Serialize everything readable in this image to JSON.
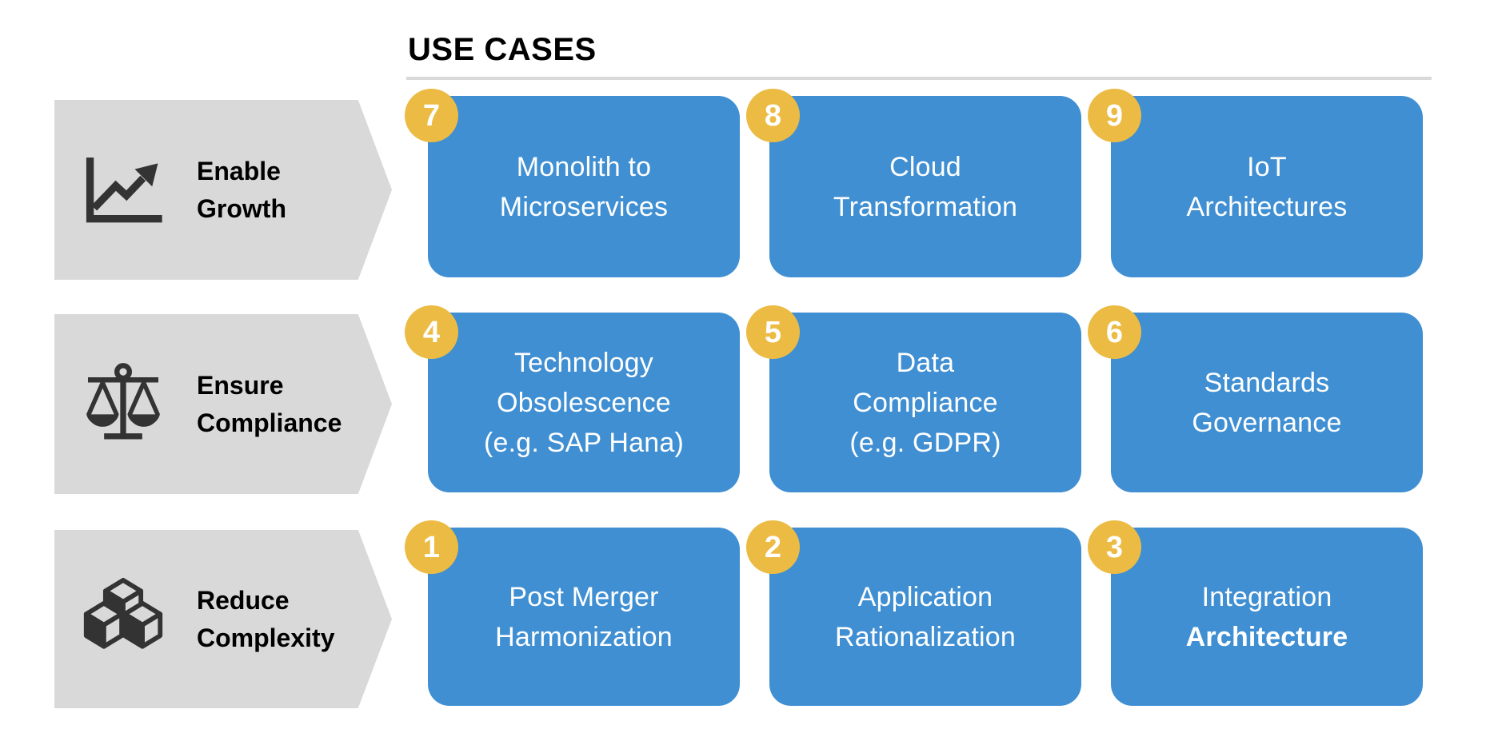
{
  "header": {
    "title": "USE CASES"
  },
  "colors": {
    "card_blue": "#3F8FD2",
    "badge_yellow": "#ECBB44",
    "band_gray": "#D9D9D9",
    "icon_ink": "#333333",
    "rule_gray": "#D9D9D9",
    "title_black": "#000000",
    "card_text_white": "#FFFFFF"
  },
  "categories": [
    {
      "icon": "growth-chart-icon",
      "line1": "Enable",
      "line2": "Growth"
    },
    {
      "icon": "balance-scale-icon",
      "line1": "Ensure",
      "line2": "Compliance"
    },
    {
      "icon": "stacked-cubes-icon",
      "line1": "Reduce",
      "line2": "Complexity"
    }
  ],
  "use_cases": [
    {
      "number": "7",
      "line1": "Monolith to",
      "line2": "Microservices"
    },
    {
      "number": "8",
      "line1": "Cloud",
      "line2": "Transformation"
    },
    {
      "number": "9",
      "line1": "IoT",
      "line2": "Architectures"
    },
    {
      "number": "4",
      "line1": "Technology",
      "line2": "Obsolescence",
      "line3": "(e.g. SAP Hana)"
    },
    {
      "number": "5",
      "line1": "Data",
      "line2": "Compliance",
      "line3": "(e.g. GDPR)"
    },
    {
      "number": "6",
      "line1": "Standards",
      "line2": "Governance"
    },
    {
      "number": "1",
      "line1": "Post Merger",
      "line2": "Harmonization"
    },
    {
      "number": "2",
      "line1": "Application",
      "line2": "Rationalization"
    },
    {
      "number": "3",
      "line1": "Integration",
      "line2": "Architecture"
    }
  ]
}
